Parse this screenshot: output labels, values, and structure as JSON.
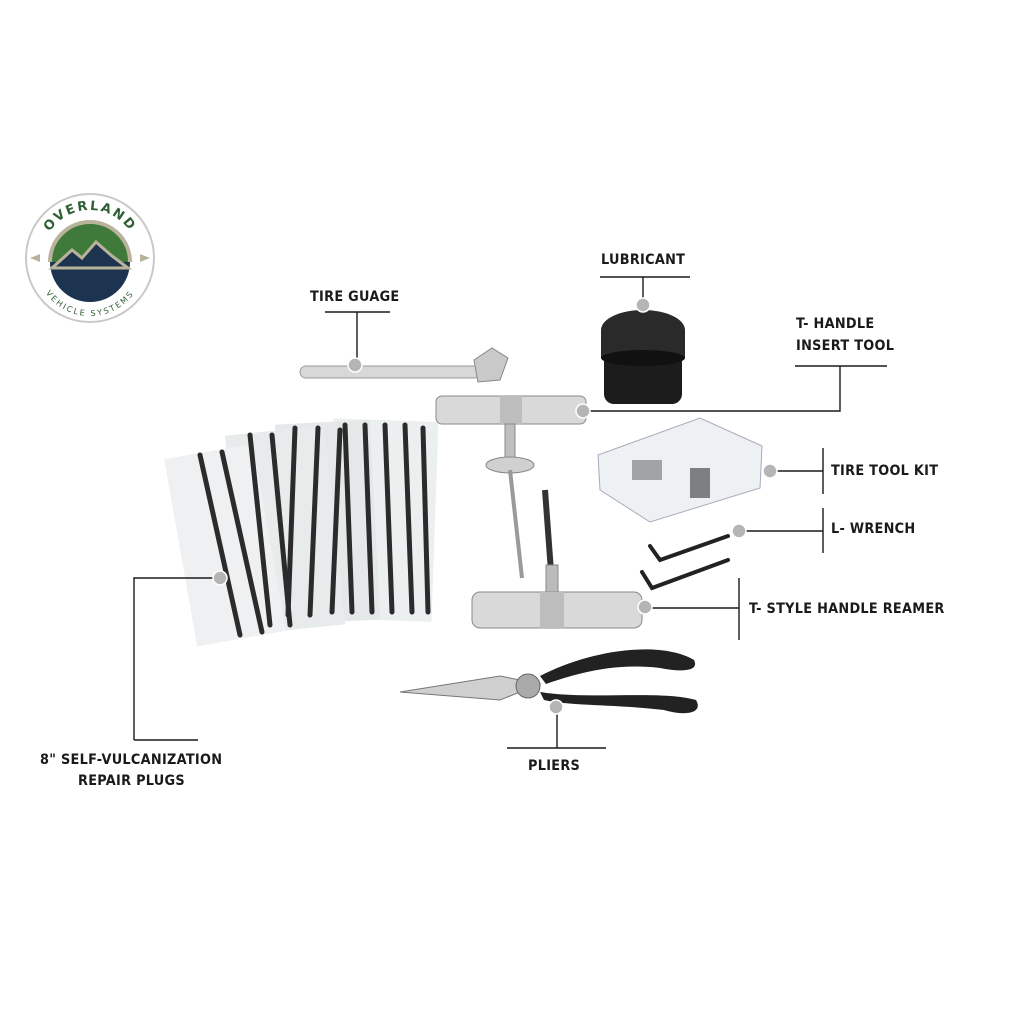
{
  "logo": {
    "top_text": "OVERLAND",
    "bottom_text": "VEHICLE SYSTEMS"
  },
  "callouts": {
    "lubricant": "LUBRICANT",
    "tire_gauge": "TIRE GUAGE",
    "t_handle_line1": "T- HANDLE",
    "t_handle_line2": "INSERT TOOL",
    "tire_tool_kit": "TIRE TOOL KIT",
    "l_wrench": "L- WRENCH",
    "reamer": "T- STYLE HANDLE REAMER",
    "pliers": "PLIERS",
    "plugs_line1": "8\" SELF-VULCANIZATION",
    "plugs_line2": "REPAIR PLUGS"
  },
  "colors": {
    "line": "#1a1a1a",
    "dot": "#b5b5b5",
    "logo_green": "#3f7a3a",
    "logo_navy": "#1d3450",
    "logo_tan": "#b9b39c"
  }
}
